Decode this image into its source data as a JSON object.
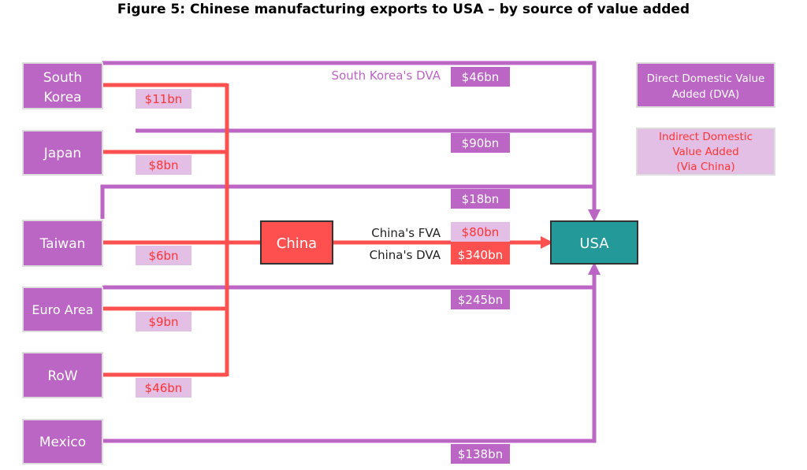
{
  "title": "Figure 5: Chinese manufacturing exports to USA – by source of value added",
  "colors": {
    "direct": "#bb66c4",
    "indirect": "#ff5050",
    "indirect_label_bg": "#e3bfe5",
    "china": "#ff5050",
    "usa": "#23999a",
    "country_border": "#dddddd"
  },
  "nodes": {
    "south_korea": [
      "South",
      "Korea"
    ],
    "japan": "Japan",
    "taiwan": "Taiwan",
    "euro_area": "Euro Area",
    "row": "RoW",
    "mexico": "Mexico",
    "china": "China",
    "usa": "USA"
  },
  "indirect_flows": {
    "south_korea": "$11bn",
    "japan": "$8bn",
    "taiwan": "$6bn",
    "euro_area": "$9bn",
    "row": "$46bn"
  },
  "direct_flows": {
    "south_korea": "$46bn",
    "japan": "$90bn",
    "taiwan": "$18bn",
    "euro_area": "$245bn",
    "mexico": "$138bn"
  },
  "south_korea_dva_label": "South Korea's DVA",
  "china_flows": {
    "fva_label": "China's FVA",
    "fva_value": "$80bn",
    "dva_label": "China's DVA",
    "dva_value": "$340bn"
  },
  "legend": {
    "direct": [
      "Direct Domestic Value",
      "Added (DVA)"
    ],
    "indirect": [
      "Indirect Domestic",
      "Value Added",
      "(Via China)"
    ]
  }
}
